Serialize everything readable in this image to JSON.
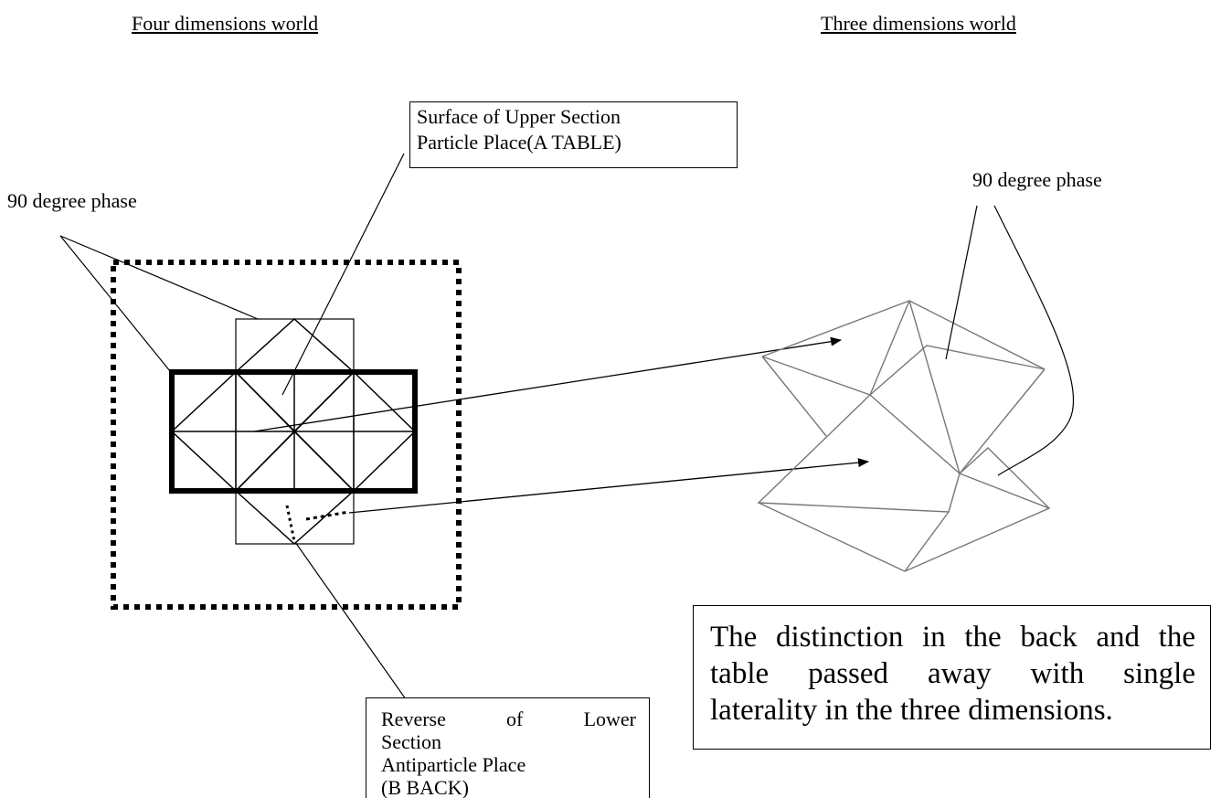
{
  "titles": {
    "left": "Four dimensions world",
    "right": "Three dimensions world"
  },
  "labels": {
    "phase_left": "90 degree phase",
    "phase_right": "90 degree phase"
  },
  "upper_box": {
    "line1": "Surface of Upper Section",
    "line2": "Particle Place(A TABLE)"
  },
  "lower_box": {
    "line1": "Reverse of Lower",
    "line2": "Section",
    "line3": "Antiparticle Place",
    "line4": "(B BACK)"
  },
  "note": {
    "line1": "The distinction in the back and the",
    "line2": "table passed away with single",
    "line3": "laterality in the three dimensions."
  }
}
